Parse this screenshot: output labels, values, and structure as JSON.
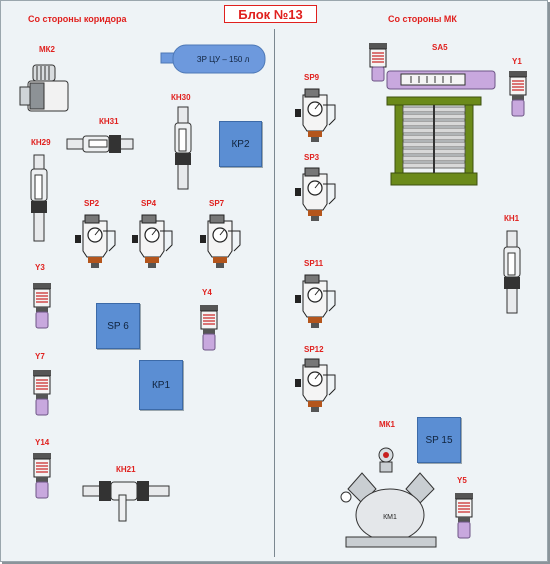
{
  "title": "Блок №13",
  "sections": {
    "left": "Со стороны коридора",
    "right": "Со стороны МК"
  },
  "labels": {
    "mk2": "МК2",
    "kh31": "КН31",
    "kh30": "КН30",
    "kh29": "КН29",
    "sp2": "SP2",
    "sp4": "SP4",
    "sp7": "SP7",
    "y3": "Y3",
    "y4": "Y4",
    "y7": "Y7",
    "y14": "Y14",
    "kh21": "КН21",
    "sp9": "SP9",
    "sp3": "SP3",
    "sp11": "SP11",
    "sp12": "SP12",
    "sa5": "SA5",
    "y1": "Y1",
    "kh1": "КН1",
    "mk1": "МК1",
    "y5": "Y5"
  },
  "boxes": {
    "kp2": "КР2",
    "sp6": "SP 6",
    "kp1": "КР1",
    "sp15": "SP 15"
  },
  "tank": "ЗР ЦУ – 150 л",
  "compressor_plate": "КМ1",
  "colors": {
    "label_red": "#e0201e",
    "box_blue": "#5b8ed3",
    "panel_bg": "#eef3f6",
    "tank_blue": "#6d99dd",
    "valve_lilac": "#c8a8de",
    "contactor_green": "#6b8a1a"
  }
}
